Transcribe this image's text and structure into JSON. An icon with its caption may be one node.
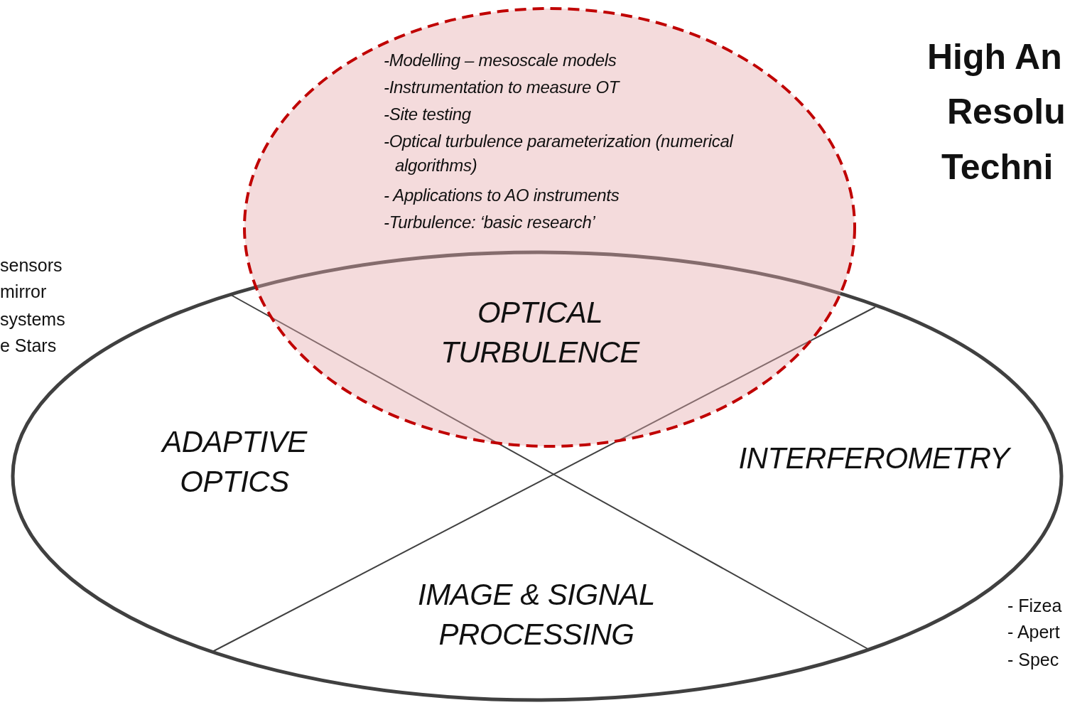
{
  "diagram": {
    "nodes": [
      {
        "text": [
          "-Modelling – mesoscale models",
          "-Instrumentation to measure OT",
          "-Site testing",
          "-Optical turbulence parameterization (numerical algorithms)",
          "- Applications to AO instruments",
          "-Turbulence: ‘basic research’",
          "OPTICAL TURBULENCE"
        ]
      },
      {
        "text": [
          "ADAPTIVE OPTICS",
          "INTERFEROMETRY",
          "IMAGE & SIGNAL PROCESSING"
        ]
      }
    ],
    "labels": [
      "High An",
      "Resolu",
      "Techni",
      "sensors",
      "mirror",
      "systems",
      "e Stars",
      "- Fizea",
      "- Apert",
      "- Spec"
    ]
  }
}
